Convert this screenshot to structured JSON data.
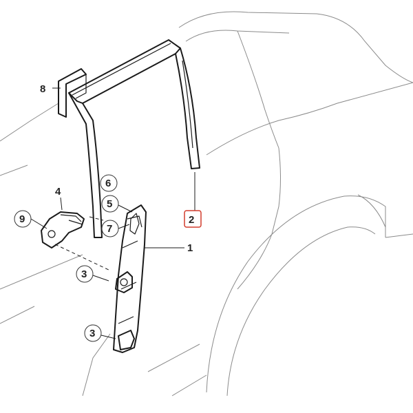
{
  "callouts": {
    "c1": "1",
    "c2": "2",
    "c3a": "3",
    "c3b": "3",
    "c4": "4",
    "c5": "5",
    "c6": "6",
    "c7": "7",
    "c8": "8",
    "c9": "9"
  },
  "highlight": {
    "callout": "2",
    "color": "#d23c2c"
  }
}
